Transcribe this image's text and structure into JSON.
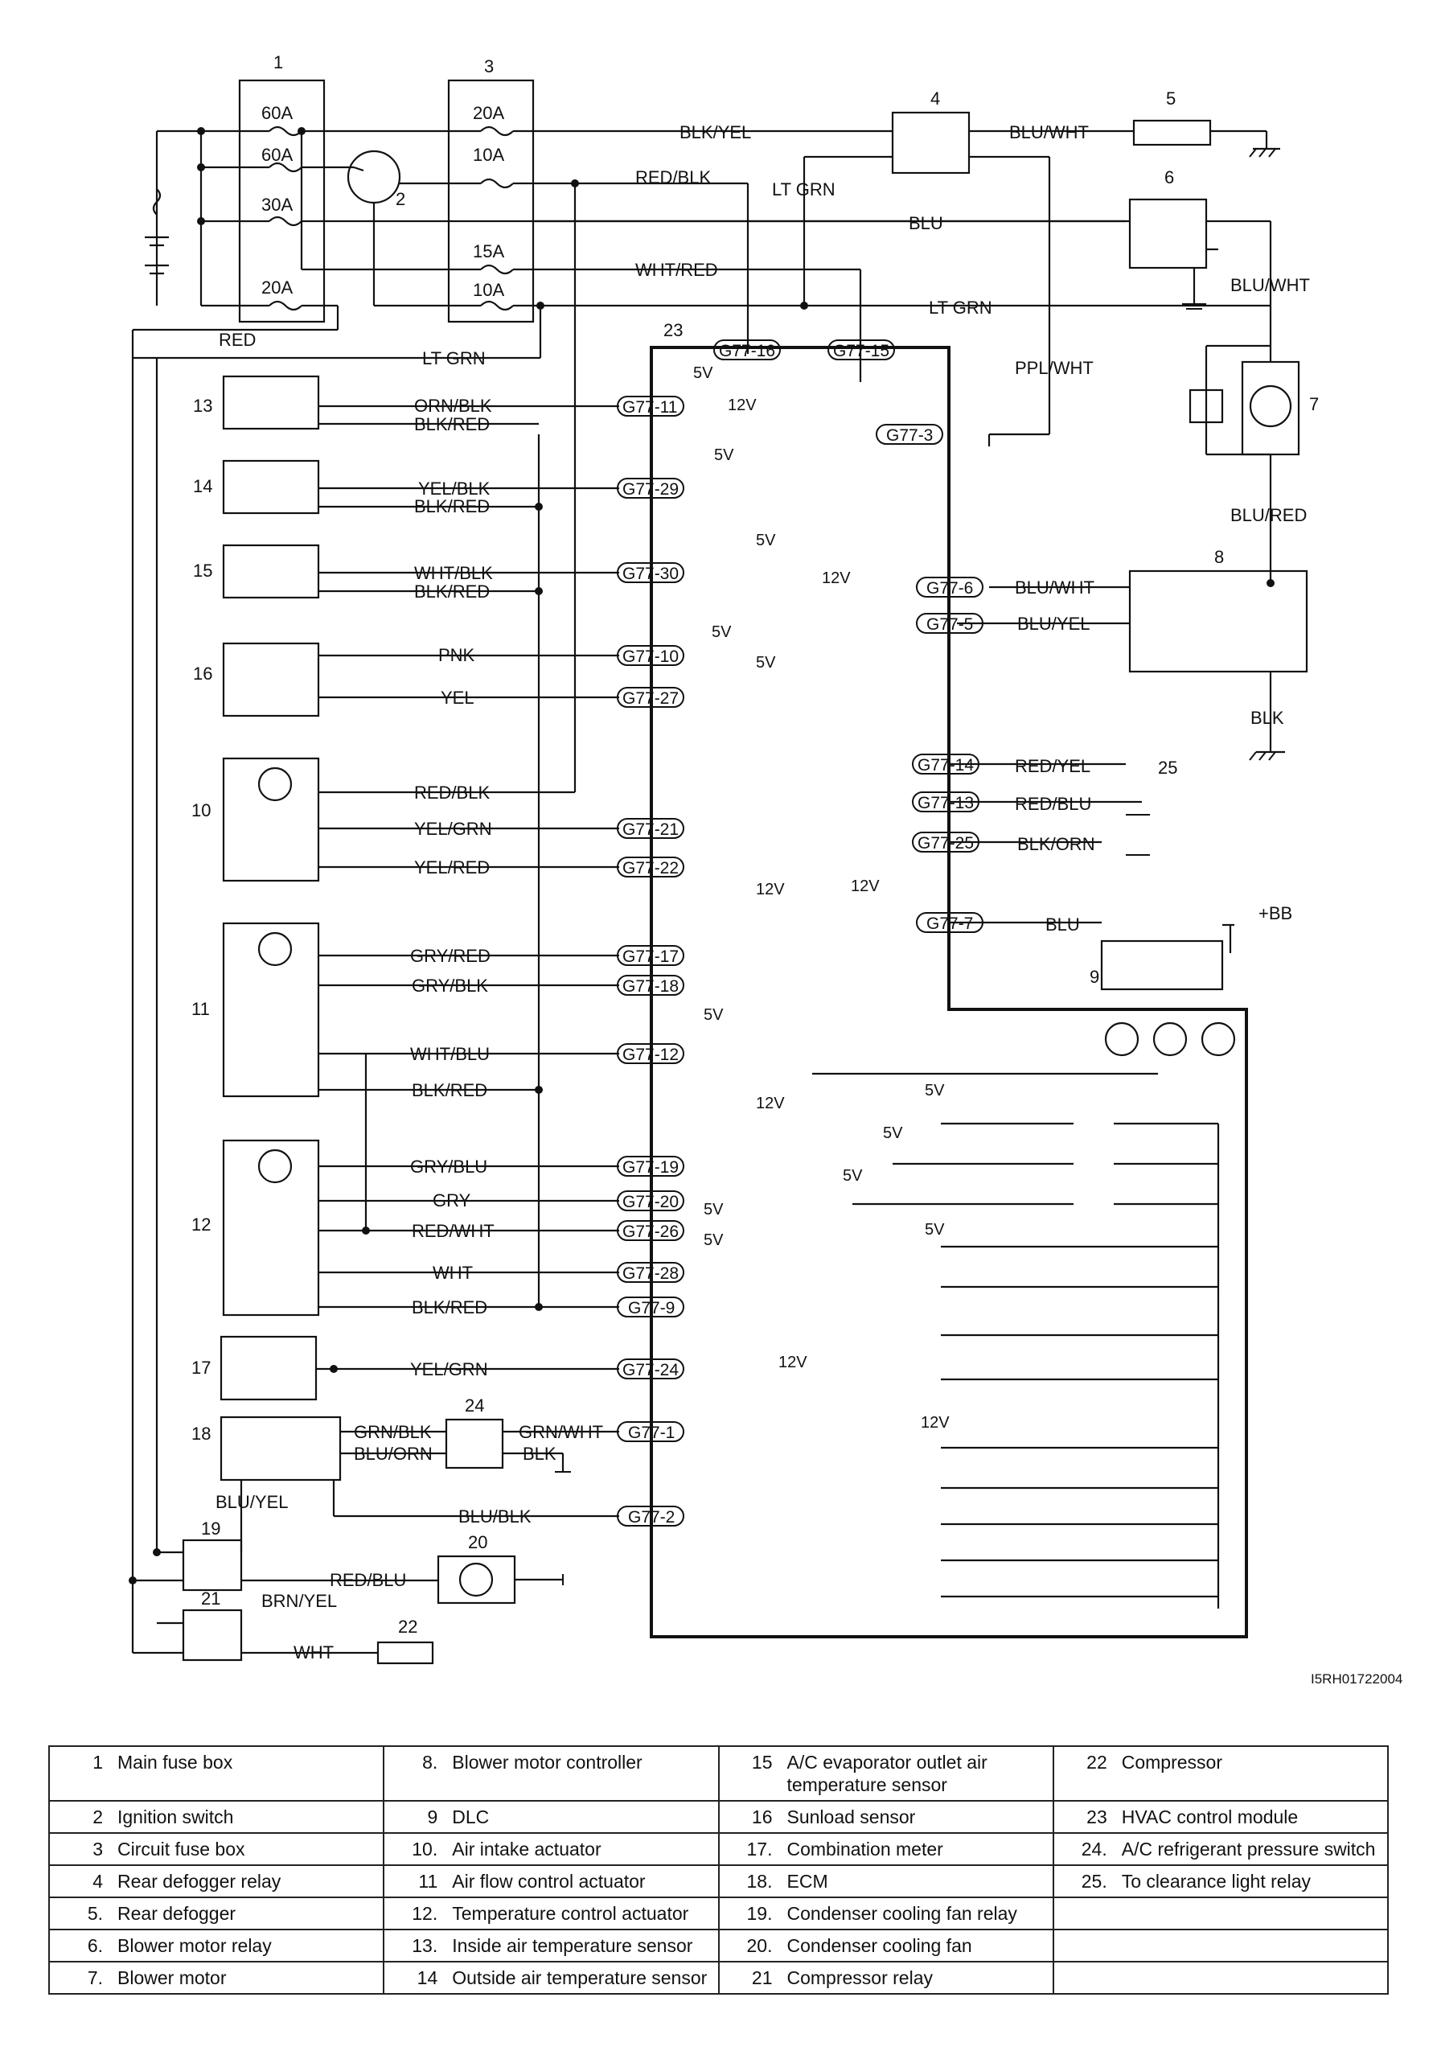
{
  "components": {
    "c1": "1",
    "c2": "2",
    "c3": "3",
    "c4": "4",
    "c5": "5",
    "c6": "6",
    "c7": "7",
    "c8": "8",
    "c9": "9",
    "c10": "10",
    "c11": "11",
    "c12": "12",
    "c13": "13",
    "c14": "14",
    "c15": "15",
    "c16": "16",
    "c17": "17",
    "c18": "18",
    "c19": "19",
    "c20": "20",
    "c21": "21",
    "c22": "22",
    "c23": "23",
    "c24": "24",
    "c25": "25"
  },
  "fuses": {
    "main_1": "60A",
    "main_2": "60A",
    "main_3": "30A",
    "main_4": "20A",
    "circ_1": "20A",
    "circ_2": "10A",
    "circ_3": "15A",
    "circ_4": "10A"
  },
  "wires": {
    "blk_yel": "BLK/YEL",
    "blu_wht_top": "BLU/WHT",
    "red_blk_top": "RED/BLK",
    "lt_grn_top": "LT GRN",
    "blu_top": "BLU",
    "blu_wht_right": "BLU/WHT",
    "wht_red": "WHT/RED",
    "lt_grn_mid": "LT GRN",
    "red_left": "RED",
    "lt_grn_left": "LT GRN",
    "ppl_wht": "PPL/WHT",
    "blu_red": "BLU/RED",
    "orn_blk": "ORN/BLK",
    "blk_red_13": "BLK/RED",
    "yel_blk": "YEL/BLK",
    "blk_red_14": "BLK/RED",
    "wht_blk": "WHT/BLK",
    "blk_red_15": "BLK/RED",
    "pnk": "PNK",
    "yel": "YEL",
    "blu_wht_6": "BLU/WHT",
    "blu_yel_5": "BLU/YEL",
    "blk_8": "BLK",
    "red_blk_10": "RED/BLK",
    "yel_grn_10": "YEL/GRN",
    "yel_red_10": "YEL/RED",
    "red_yel": "RED/YEL",
    "red_blu_13": "RED/BLU",
    "blk_orn": "BLK/ORN",
    "blu_9": "BLU",
    "bb": "+BB",
    "gry_red": "GRY/RED",
    "gry_blk": "GRY/BLK",
    "wht_blu": "WHT/BLU",
    "blk_red_11": "BLK/RED",
    "gry_blu": "GRY/BLU",
    "gry": "GRY",
    "red_wht": "RED/WHT",
    "wht_12": "WHT",
    "blk_red_12": "BLK/RED",
    "yel_grn_17": "YEL/GRN",
    "grn_blk": "GRN/BLK",
    "grn_wht": "GRN/WHT",
    "blu_orn": "BLU/ORN",
    "blk_24": "BLK",
    "blu_blk": "BLU/BLK",
    "blu_yel_18": "BLU/YEL",
    "red_blu_20": "RED/BLU",
    "brn_yel": "BRN/YEL",
    "wht_22": "WHT"
  },
  "connectors": {
    "g16": "G77-16",
    "g15": "G77-15",
    "g11": "G77-11",
    "g3": "G77-3",
    "g29": "G77-29",
    "g30": "G77-30",
    "g6": "G77-6",
    "g5": "G77-5",
    "g10": "G77-10",
    "g27": "G77-27",
    "g14": "G77-14",
    "g13": "G77-13",
    "g25": "G77-25",
    "g21": "G77-21",
    "g22": "G77-22",
    "g7": "G77-7",
    "g17": "G77-17",
    "g18": "G77-18",
    "g12": "G77-12",
    "g19": "G77-19",
    "g20": "G77-20",
    "g26": "G77-26",
    "g28": "G77-28",
    "g9": "G77-9",
    "g24": "G77-24",
    "g1": "G77-1",
    "g2": "G77-2"
  },
  "voltages": {
    "v5": "5V",
    "v12": "12V"
  },
  "reference_code": "I5RH01722004",
  "legend": {
    "rows": [
      [
        {
          "n": "1",
          "d": "Main fuse box"
        },
        {
          "n": "8.",
          "d": "Blower motor controller"
        },
        {
          "n": "15",
          "d": "A/C evaporator outlet air temperature sensor"
        },
        {
          "n": "22",
          "d": "Compressor"
        }
      ],
      [
        {
          "n": "2",
          "d": "Ignition switch"
        },
        {
          "n": "9",
          "d": "DLC"
        },
        {
          "n": "16",
          "d": "Sunload sensor"
        },
        {
          "n": "23",
          "d": "HVAC control module"
        }
      ],
      [
        {
          "n": "3",
          "d": "Circuit fuse box"
        },
        {
          "n": "10.",
          "d": "Air intake actuator"
        },
        {
          "n": "17.",
          "d": "Combination meter"
        },
        {
          "n": "24.",
          "d": "A/C refrigerant pressure switch"
        }
      ],
      [
        {
          "n": "4",
          "d": "Rear defogger relay"
        },
        {
          "n": "11",
          "d": "Air flow control actuator"
        },
        {
          "n": "18.",
          "d": "ECM"
        },
        {
          "n": "25.",
          "d": "To clearance light relay"
        }
      ],
      [
        {
          "n": "5.",
          "d": "Rear defogger"
        },
        {
          "n": "12.",
          "d": "Temperature control actuator"
        },
        {
          "n": "19.",
          "d": "Condenser cooling fan relay"
        },
        {
          "n": "",
          "d": ""
        }
      ],
      [
        {
          "n": "6.",
          "d": "Blower motor relay"
        },
        {
          "n": "13.",
          "d": "Inside air temperature sensor"
        },
        {
          "n": "20.",
          "d": "Condenser cooling fan"
        },
        {
          "n": "",
          "d": ""
        }
      ],
      [
        {
          "n": "7.",
          "d": "Blower motor"
        },
        {
          "n": "14",
          "d": "Outside air temperature sensor"
        },
        {
          "n": "21",
          "d": "Compressor relay"
        },
        {
          "n": "",
          "d": ""
        }
      ]
    ]
  }
}
